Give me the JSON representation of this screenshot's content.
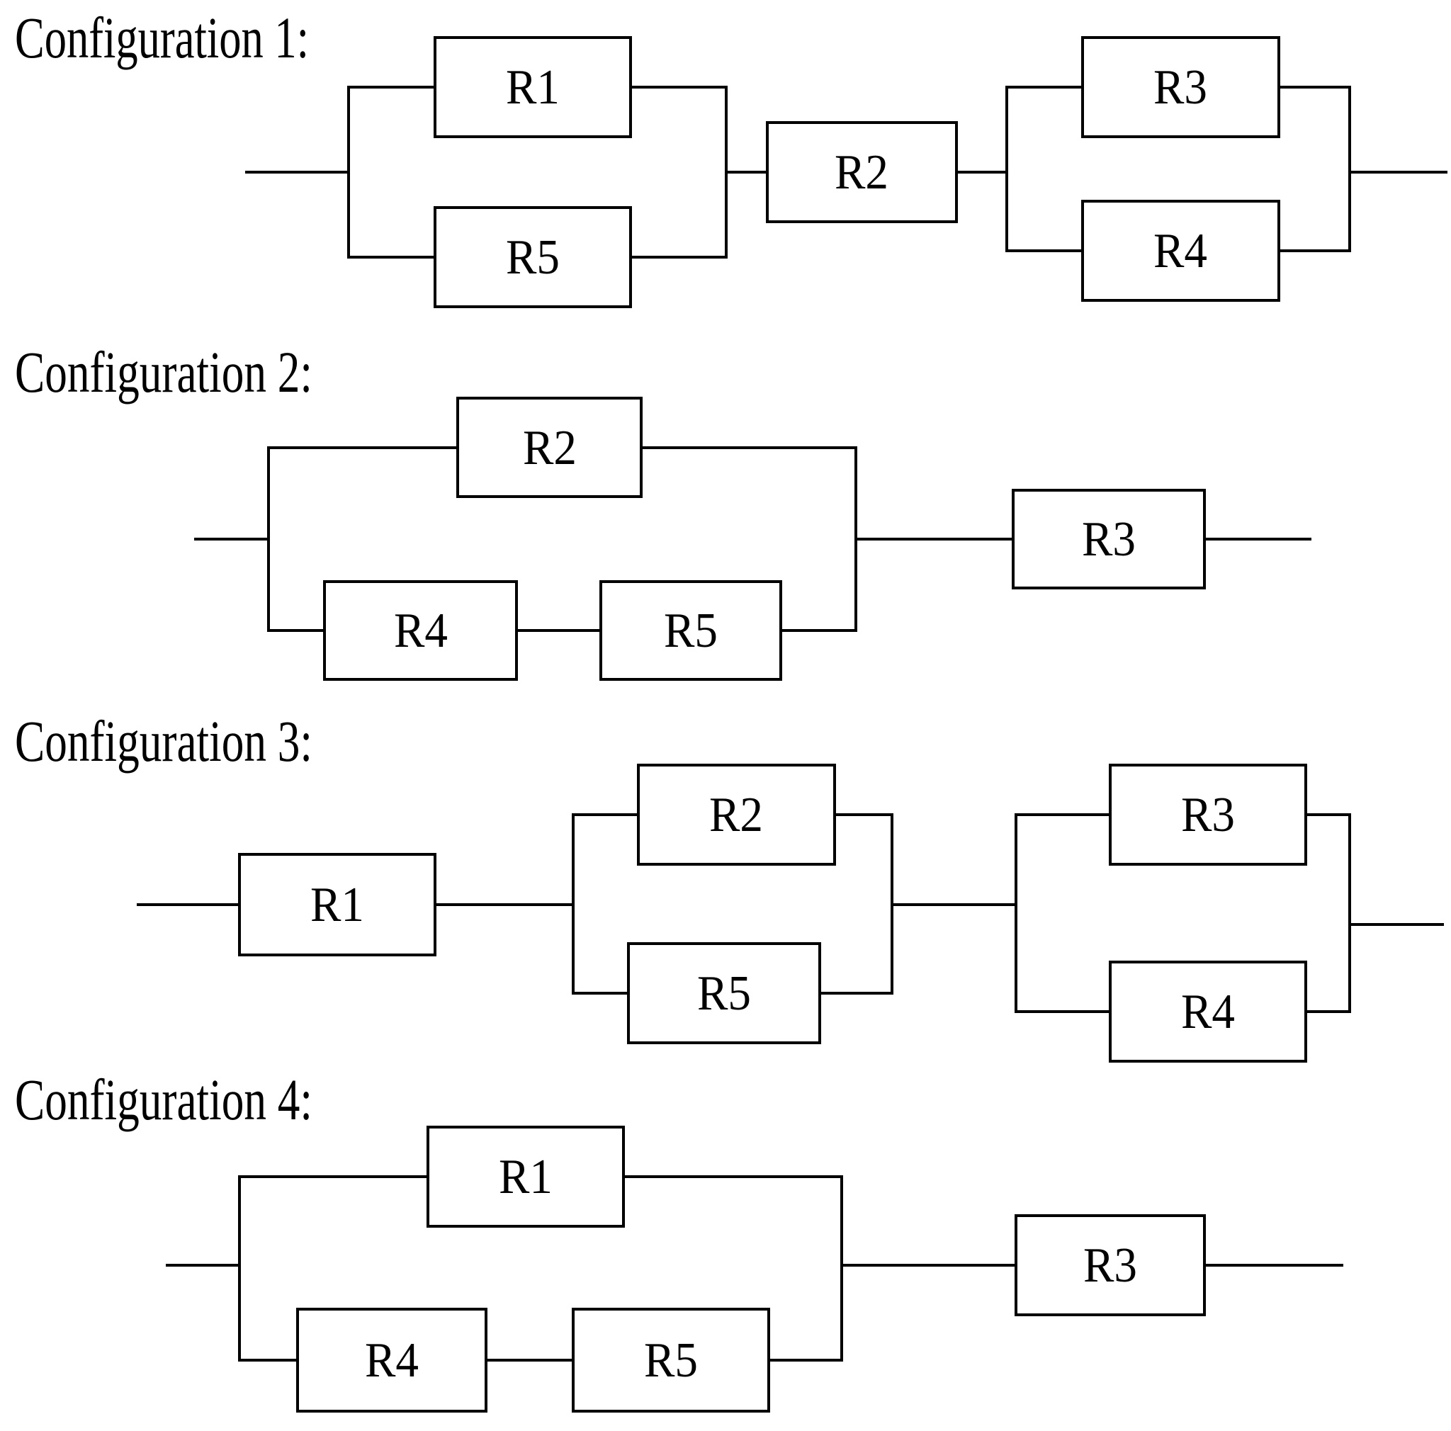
{
  "page": {
    "background": "#ffffff",
    "ink": "#000000"
  },
  "configurations": [
    {
      "label": "Configuration 1:",
      "topology": "(R1 || R5) in series with R2, in series with (R3 || R4)",
      "resistors": {
        "r1": "R1",
        "r5": "R5",
        "r2": "R2",
        "r3": "R3",
        "r4": "R4"
      }
    },
    {
      "label": "Configuration 2:",
      "topology": "(R2 || (R4 in series with R5)) in series with R3",
      "resistors": {
        "r2": "R2",
        "r4": "R4",
        "r5": "R5",
        "r3": "R3"
      }
    },
    {
      "label": "Configuration 3:",
      "topology": "R1 in series with (R2 || R5), in series with (R3 || R4)",
      "resistors": {
        "r1": "R1",
        "r2": "R2",
        "r5": "R5",
        "r3": "R3",
        "r4": "R4"
      }
    },
    {
      "label": "Configuration 4:",
      "topology": "(R1 || (R4 in series with R5)) in series with R3",
      "resistors": {
        "r1": "R1",
        "r4": "R4",
        "r5": "R5",
        "r3": "R3"
      }
    }
  ]
}
